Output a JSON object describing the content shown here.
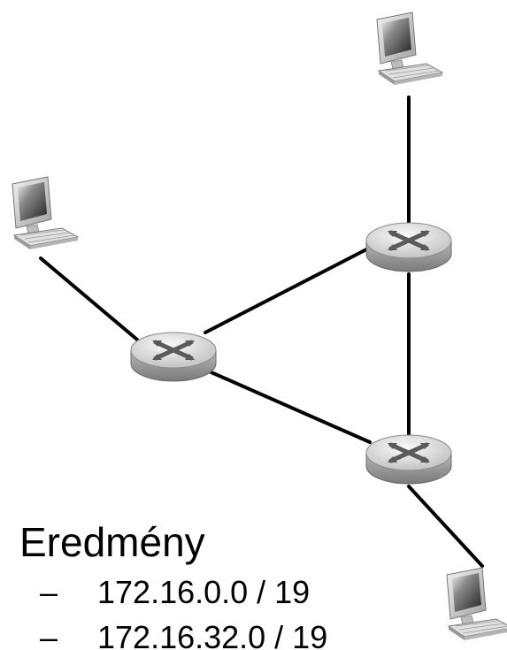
{
  "heading": "Eredmény",
  "items": [
    {
      "bullet": "–",
      "text": "172.16.0.0 / 19"
    },
    {
      "bullet": "–",
      "text": "172.16.32.0 / 19"
    }
  ],
  "colors": {
    "link": "#000000",
    "router_top": "#e6e6e6",
    "router_side": "#9a9a9a",
    "router_mark": "#666666",
    "monitor_frame": "#d8d8d8",
    "screen": "#333333"
  }
}
